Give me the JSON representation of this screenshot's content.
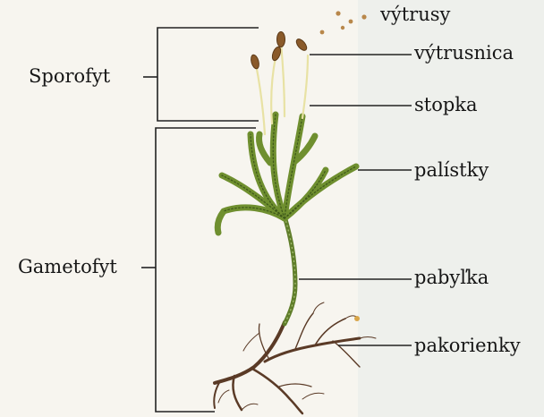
{
  "labels": {
    "sporofyt": "Sporofyt",
    "gametofyt": "Gametofyt",
    "vytrusy": "výtrusy",
    "vytrusnica": "výtrusnica",
    "stopka": "stopka",
    "palistky": "palístky",
    "pabylka": "pabyľka",
    "pakorienky": "pakorienky"
  },
  "colors": {
    "background": "#f7f5ef",
    "text": "#161616",
    "leaf": "#6f8f2f",
    "leaf_dark": "#3f5a1a",
    "capsule": "#8a5a2a",
    "stalk": "#e8e2a4",
    "root": "#5a3a26",
    "spore": "#b8874a"
  }
}
